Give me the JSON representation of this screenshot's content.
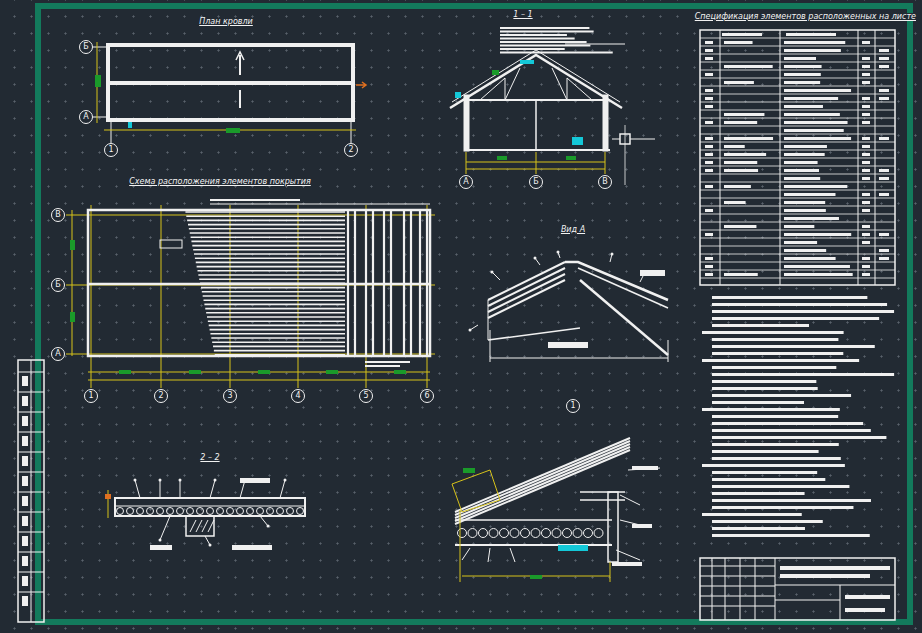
{
  "diagram": {
    "nodes": [
      {
        "text": [
          "Б"
        ]
      },
      {
        "text": [
          "А"
        ]
      },
      {
        "text": [
          "1"
        ]
      },
      {
        "text": [
          "2"
        ]
      },
      {
        "text": [
          "В"
        ]
      },
      {
        "text": [
          "Б"
        ]
      },
      {
        "text": [
          "А"
        ]
      },
      {
        "text": [
          "1"
        ]
      },
      {
        "text": [
          "2"
        ]
      },
      {
        "text": [
          "3"
        ]
      },
      {
        "text": [
          "4"
        ]
      },
      {
        "text": [
          "5"
        ]
      },
      {
        "text": [
          "6"
        ]
      },
      {
        "text": [
          "А"
        ]
      },
      {
        "text": [
          "Б"
        ]
      },
      {
        "text": [
          "В"
        ]
      },
      {
        "text": [
          "1"
        ]
      }
    ],
    "labels": [
      "План кровли",
      "1 – 1",
      "Схема расположения элементов покрытия",
      "Вид А",
      "2 – 2",
      "Спецификация элементов расположенных на листе"
    ]
  }
}
